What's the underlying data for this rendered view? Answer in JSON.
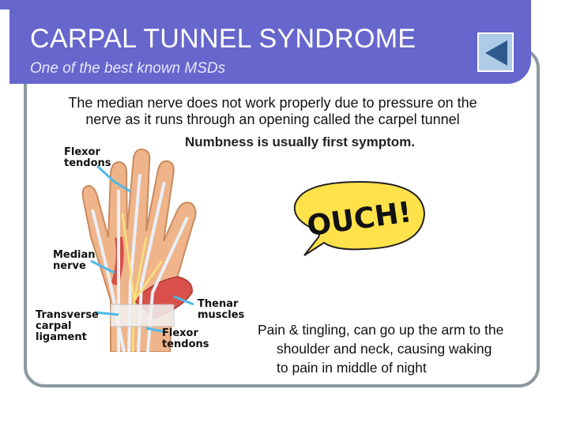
{
  "header": {
    "title": "CARPAL TUNNEL SYNDROME",
    "subtitle": "One of the best known MSDs"
  },
  "body": {
    "line1": "The median nerve does not work properly due to pressure on the",
    "line2": "nerve as it runs through an opening called the carpel tunnel",
    "emphasis": "Numbness is usually first symptom."
  },
  "diagram": {
    "labels": {
      "flexor_top_1": "Flexor",
      "flexor_top_2": "tendons",
      "median_1": "Median",
      "median_2": "nerve",
      "transverse_1": "Transverse",
      "transverse_2": "carpal",
      "transverse_3": "ligament",
      "thenar_1": "Thenar",
      "thenar_2": "muscles",
      "flexor_bottom_1": "Flexor",
      "flexor_bottom_2": "tendons"
    }
  },
  "callout": {
    "text": "OUCH!"
  },
  "side": {
    "line1": "Pain & tingling, can go up the arm to the",
    "line2": "shoulder and neck, causing waking",
    "line3": "to pain in middle of night"
  },
  "colors": {
    "title_bar": "#6666cc",
    "frame": "#8a9a9e",
    "callout_fill": "#ffe24a",
    "nav_button": "#aecbe8"
  },
  "nav": {
    "back_icon": "triangle-left-icon"
  }
}
